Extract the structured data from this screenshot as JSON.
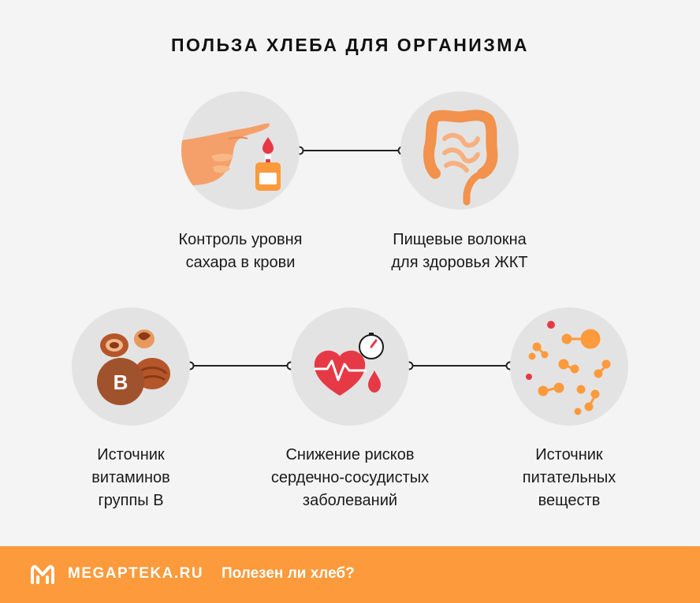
{
  "title": "ПОЛЬЗА ХЛЕБА ДЛЯ ОРГАНИЗМА",
  "benefits": [
    {
      "icon": "blood-glucose-icon",
      "lines": [
        "Контроль уровня",
        "сахара в крови"
      ]
    },
    {
      "icon": "intestine-icon",
      "lines": [
        "Пищевые волокна",
        "для здоровья ЖКТ"
      ]
    },
    {
      "icon": "vitamin-b-nuts-icon",
      "lines": [
        "Источник",
        "витаминов",
        "группы B"
      ]
    },
    {
      "icon": "heart-pressure-icon",
      "lines": [
        "Снижение рисков",
        "сердечно-сосудистых",
        "заболеваний"
      ]
    },
    {
      "icon": "molecules-icon",
      "lines": [
        "Источник",
        "питательных",
        "веществ"
      ]
    }
  ],
  "vitamin_letter": "B",
  "footer": {
    "site": "MEGAPTEKA.RU",
    "link": "Полезен ли хлеб?"
  },
  "colors": {
    "background": "#f4f4f4",
    "circle": "#e3e3e3",
    "accent_orange": "#fd9a3b",
    "red": "#e63946",
    "brown": "#a0522d"
  }
}
